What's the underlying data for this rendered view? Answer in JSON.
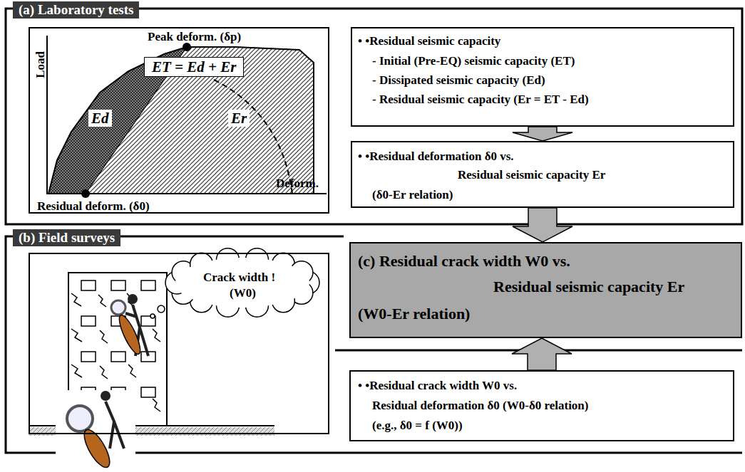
{
  "diagram": {
    "nodes": [
      {
        "text": [
          "(a) Laboratory tests"
        ]
      },
      {
        "text": [
          "Load",
          "Peak deform. (δp)",
          "ET = Ed + Er",
          "Ed",
          "Er",
          "Residual deform. (δ0)",
          "Deform."
        ],
        "in": 0
      },
      {
        "text": [
          "• •Residual seismic capacity",
          "- Initial (Pre-EQ) seismic capacity (ET)",
          "- Dissipated seismic capacity (Ed)",
          "- Residual seismic capacity (Er = ET - Ed)"
        ],
        "in": 0
      },
      {
        "text": [
          "• •Residual deformation δ0 vs.",
          "Residual seismic capacity Er",
          "(δ0-Er relation)"
        ],
        "in": 0
      },
      {
        "text": [
          "(b) Field surveys"
        ]
      },
      {
        "text": [
          "Crack width !",
          "(W0)"
        ],
        "in": 4
      },
      {
        "text": [
          "(c) Residual crack width W0 vs.",
          "Residual seismic capacity Er",
          "(W0-Er relation)"
        ]
      },
      {
        "text": [
          "• •Residual crack width W0 vs.",
          "Residual deformation δ0 (W0-δ0 relation)",
          "(e.g., δ0 = f (W0))"
        ],
        "in": 4
      }
    ],
    "edges": [
      {
        "from": 2,
        "to": 3,
        "arrow": "to"
      },
      {
        "from": 3,
        "to": 6,
        "arrow": "to"
      },
      {
        "from": 7,
        "to": 6,
        "arrow": "to"
      }
    ]
  }
}
